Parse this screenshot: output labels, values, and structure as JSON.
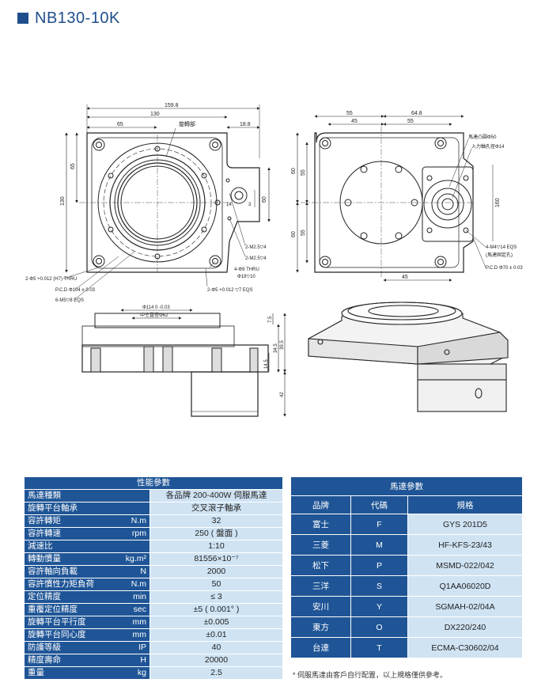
{
  "title": "NB130-10K",
  "drawing": {
    "front_dims": [
      "159.8",
      "130",
      "65",
      "18.8",
      "65",
      "130"
    ],
    "front_labels": {
      "bearing": "旋轉部",
      "h1": "2-Φ5 +0.012 (H7) THRU",
      "pcd": "P.C.D Φ104 ± 0.03",
      "m5": "6-M5▽8 EQS",
      "m25a": "2-M2.5▽4",
      "m25b": "2-M2.5▽4",
      "thru": "4-Φ9 THRU",
      "cb": "Φ19▽10",
      "h2": "2-Φ5 +0.012 ▽7 EQS",
      "d14": "14",
      "d3": "3"
    },
    "side_dims": [
      "55",
      "64.8",
      "45",
      "55",
      "60",
      "55",
      "60",
      "55",
      "45",
      "160"
    ],
    "side_labels": {
      "boss": "馬達凸圓Φ50",
      "shaft": "入力軸孔徑Φ14",
      "m4": "4-M4▽14 EQS",
      "m4b": "(馬達固定孔)",
      "pcd": "P.C.D Φ70 ± 0.03"
    },
    "section_labels": {
      "d114": "Φ114 0 -0.03",
      "d62": "中空直徑Φ62",
      "d75": "7.5",
      "d345": "34.5",
      "d14": "14.5",
      "d395": "39.5",
      "d42": "42"
    }
  },
  "perf_table": {
    "header": "性能參數",
    "rows": [
      {
        "k": "馬達種類",
        "u": "",
        "v": "各品牌 200-400W 伺服馬達"
      },
      {
        "k": "旋轉平台軸承",
        "u": "",
        "v": "交叉滾子軸承"
      },
      {
        "k": "容許轉矩",
        "u": "N.m",
        "v": "32"
      },
      {
        "k": "容許轉速",
        "u": "rpm",
        "v": "250 ( 盤面 )"
      },
      {
        "k": "減速比",
        "u": "",
        "v": "1:10"
      },
      {
        "k": "轉動慣量",
        "u": "kg.m²",
        "v": "81556×10⁻⁷"
      },
      {
        "k": "容許軸向負載",
        "u": "N",
        "v": "2000"
      },
      {
        "k": "容許慣性力矩負荷",
        "u": "N.m",
        "v": "50"
      },
      {
        "k": "定位精度",
        "u": "min",
        "v": "≤ 3"
      },
      {
        "k": "重覆定位精度",
        "u": "sec",
        "v": "±5 ( 0.001° )"
      },
      {
        "k": "旋轉平台平行度",
        "u": "mm",
        "v": "±0.005"
      },
      {
        "k": "旋轉平台同心度",
        "u": "mm",
        "v": "±0.01"
      },
      {
        "k": "防護等級",
        "u": "IP",
        "v": "40"
      },
      {
        "k": "精度壽命",
        "u": "H",
        "v": "20000"
      },
      {
        "k": "重量",
        "u": "kg",
        "v": "2.5"
      }
    ]
  },
  "motor_table": {
    "header": "馬達參數",
    "cols": [
      "品牌",
      "代碼",
      "規格"
    ],
    "rows": [
      {
        "b": "富士",
        "c": "F",
        "m": "GYS 201D5"
      },
      {
        "b": "三菱",
        "c": "M",
        "m": "HF-KFS-23/43"
      },
      {
        "b": "松下",
        "c": "P",
        "m": "MSMD-022/042"
      },
      {
        "b": "三洋",
        "c": "S",
        "m": "Q1AA06020D"
      },
      {
        "b": "安川",
        "c": "Y",
        "m": "SGMAH-02/04A"
      },
      {
        "b": "東方",
        "c": "O",
        "m": "DX220/240"
      },
      {
        "b": "台達",
        "c": "T",
        "m": "ECMA-C30602/04"
      }
    ],
    "note": "* 伺服馬達由客戶自行配置，以上規格僅供參考。"
  }
}
